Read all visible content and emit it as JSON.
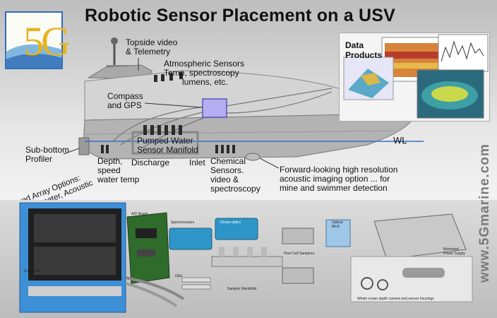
{
  "title": "Robotic Sensor Placement on a USV",
  "logo": {
    "text": "5G",
    "colors": {
      "gold": "#e5b421",
      "blue": "#2f6db5"
    }
  },
  "side_url": "www.5Gmarine.com",
  "labels": {
    "topside": [
      "Topside video",
      "& Telemetry"
    ],
    "atmospheric": [
      "Atmospheric Sensors",
      "Temp, spectroscopy",
      "lumens, etc."
    ],
    "compass": [
      "Compass",
      "and GPS"
    ],
    "data_products": [
      "Data",
      "Products"
    ],
    "pumped": [
      "Pumped Water",
      "Sensor Manifold"
    ],
    "wl": "WL",
    "sub_bottom": [
      "Sub-bottom",
      "Profiler"
    ],
    "towed": [
      "Towed Array Options:",
      "Magnetometer, Acoustic"
    ],
    "depth": [
      "Depth,",
      "speed",
      "water temp"
    ],
    "discharge": "Discharge",
    "inlet": "Inlet",
    "chemical": [
      "Chemical",
      "Sensors.",
      "video &",
      "spectroscopy"
    ],
    "forward": [
      "Forward-looking high resolution",
      "acoustic imaging option ... for",
      "mine and swimmer detection"
    ]
  },
  "equipment": {
    "computer": "Computer",
    "ad_board": "A/D Board",
    "spectroscopes": "Spectroscopes",
    "ises": "ISEs",
    "sampler_manifolds": "Sampler Manifolds",
    "flow_cell": "Flow Cell Samplers",
    "optical_mux": [
      "Optical",
      "MUX"
    ],
    "power": [
      "Marinized",
      "Power Supply"
    ],
    "housings": "Whole ocean depth camera and sensor housings",
    "ocean_optics": "Ocean optics"
  },
  "colors": {
    "hull": "#b5b5b5",
    "deck": "#d8d8d8",
    "computer": "#3d8fd6",
    "manifold": "#7a6fd0",
    "sensor": "#2a2a2a"
  }
}
